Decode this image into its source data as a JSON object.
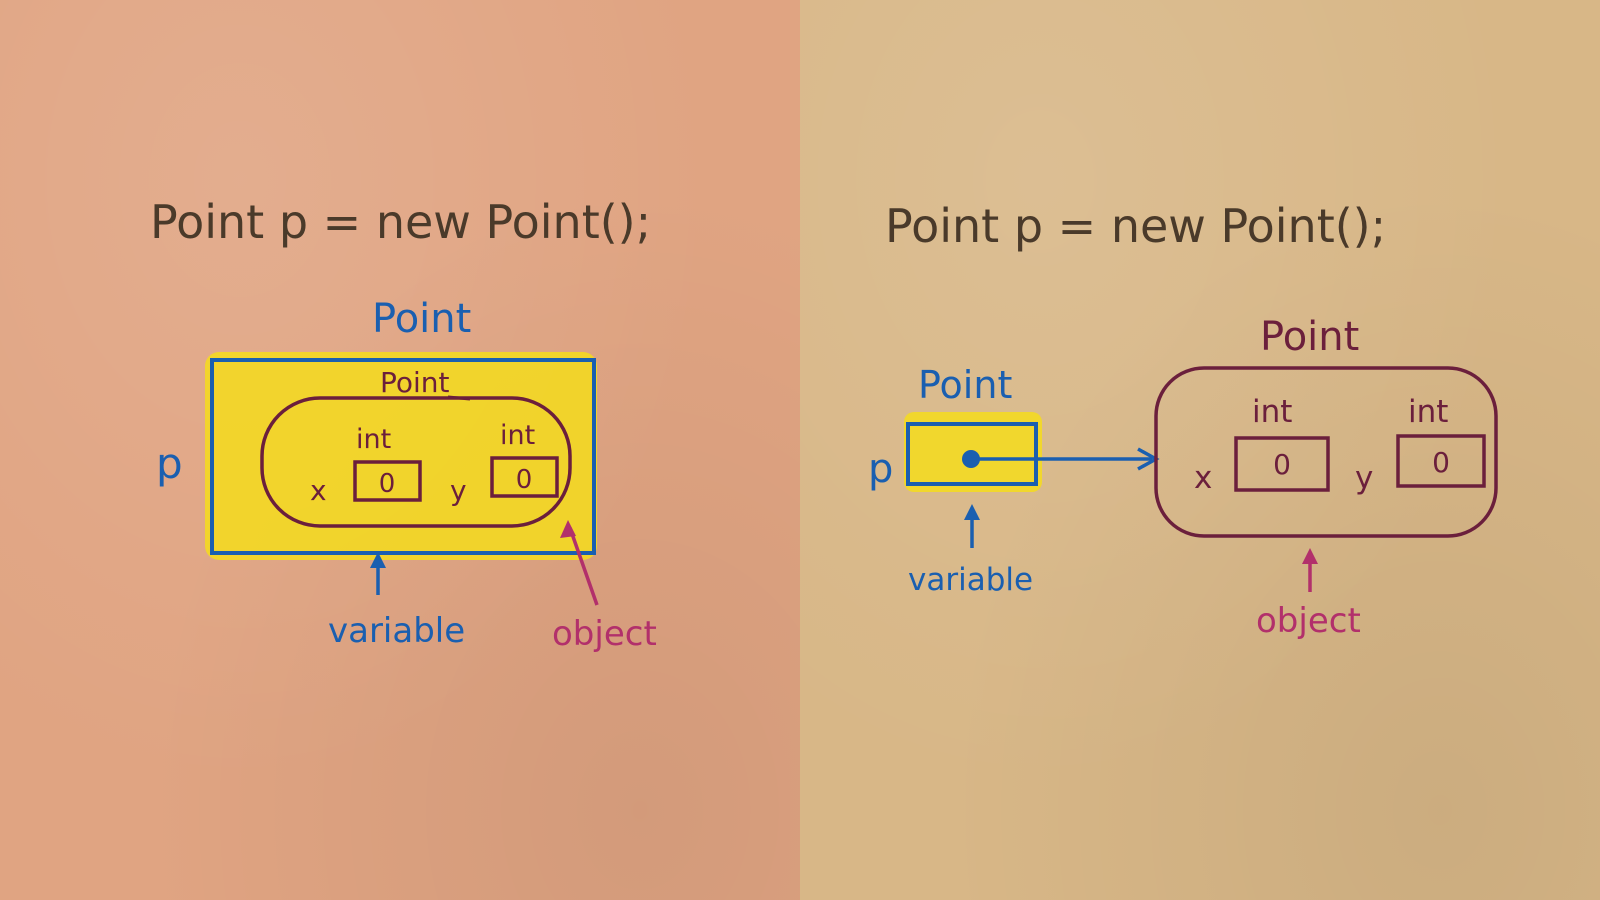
{
  "left": {
    "code": "Point p = new Point();",
    "variable_type": "Point",
    "variable_name": "p",
    "object_type": "Point",
    "field_x": {
      "name": "x",
      "type": "int",
      "value": "0"
    },
    "field_y": {
      "name": "y",
      "type": "int",
      "value": "0"
    },
    "label_variable": "variable",
    "label_object": "object"
  },
  "right": {
    "code": "Point p = new Point();",
    "variable_type": "Point",
    "variable_name": "p",
    "object_type": "Point",
    "field_x": {
      "name": "x",
      "type": "int",
      "value": "0"
    },
    "field_y": {
      "name": "y",
      "type": "int",
      "value": "0"
    },
    "label_variable": "variable",
    "label_object": "object"
  },
  "colors": {
    "left_background": "#e0a482",
    "right_background": "#d8b787",
    "code_ink": "#4a3a2a",
    "variable_ink": "#1a5fb0",
    "object_ink": "#6b1f3c",
    "object_label_ink": "#b2306b",
    "highlight": "#f4dc1c"
  }
}
